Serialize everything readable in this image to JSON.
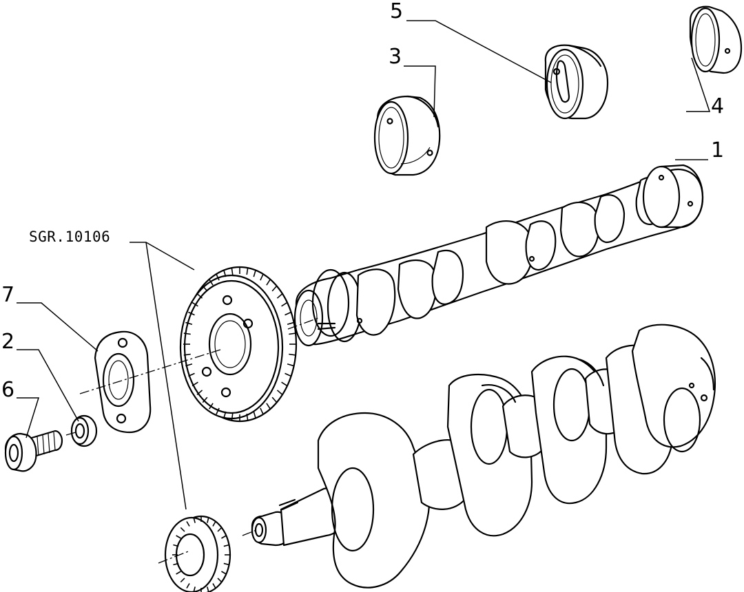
{
  "diagram": {
    "reference_code": "SGR.10106",
    "callouts": [
      {
        "id": "1",
        "label": "1"
      },
      {
        "id": "2",
        "label": "2"
      },
      {
        "id": "3",
        "label": "3"
      },
      {
        "id": "4",
        "label": "4"
      },
      {
        "id": "5",
        "label": "5"
      },
      {
        "id": "6",
        "label": "6"
      },
      {
        "id": "7",
        "label": "7"
      }
    ]
  }
}
